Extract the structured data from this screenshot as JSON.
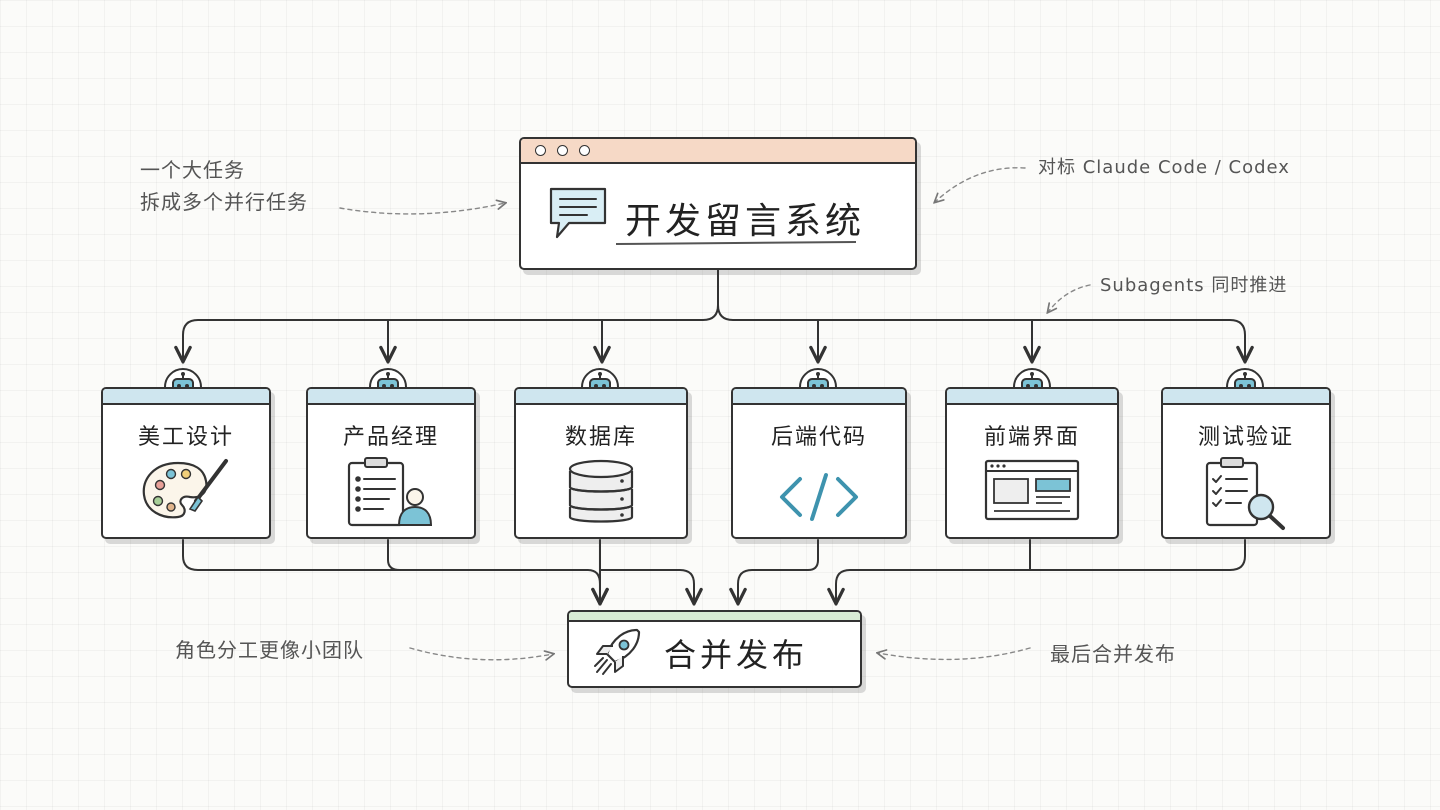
{
  "main_task": {
    "title": "开发留言系统"
  },
  "annotations": {
    "top_left_line1": "一个大任务",
    "top_left_line2": "拆成多个并行任务",
    "top_right": "对标 Claude Code / Codex",
    "middle_right": "Subagents 同时推进",
    "bottom_left": "角色分工更像小团队",
    "bottom_right": "最后合并发布"
  },
  "agents": [
    {
      "label": "美工设计",
      "icon": "palette-icon"
    },
    {
      "label": "产品经理",
      "icon": "clipboard-person-icon"
    },
    {
      "label": "数据库",
      "icon": "database-icon"
    },
    {
      "label": "后端代码",
      "icon": "code-icon"
    },
    {
      "label": "前端界面",
      "icon": "browser-window-icon"
    },
    {
      "label": "测试验证",
      "icon": "checklist-magnifier-icon"
    }
  ],
  "merge": {
    "label": "合并发布",
    "icon": "rocket-icon"
  },
  "colors": {
    "main_bar": "#f6d9c6",
    "agent_bar": "#cfe6ef",
    "merge_bar": "#d8ecd4",
    "accent_blue": "#7cc3d6",
    "stroke": "#333333"
  }
}
